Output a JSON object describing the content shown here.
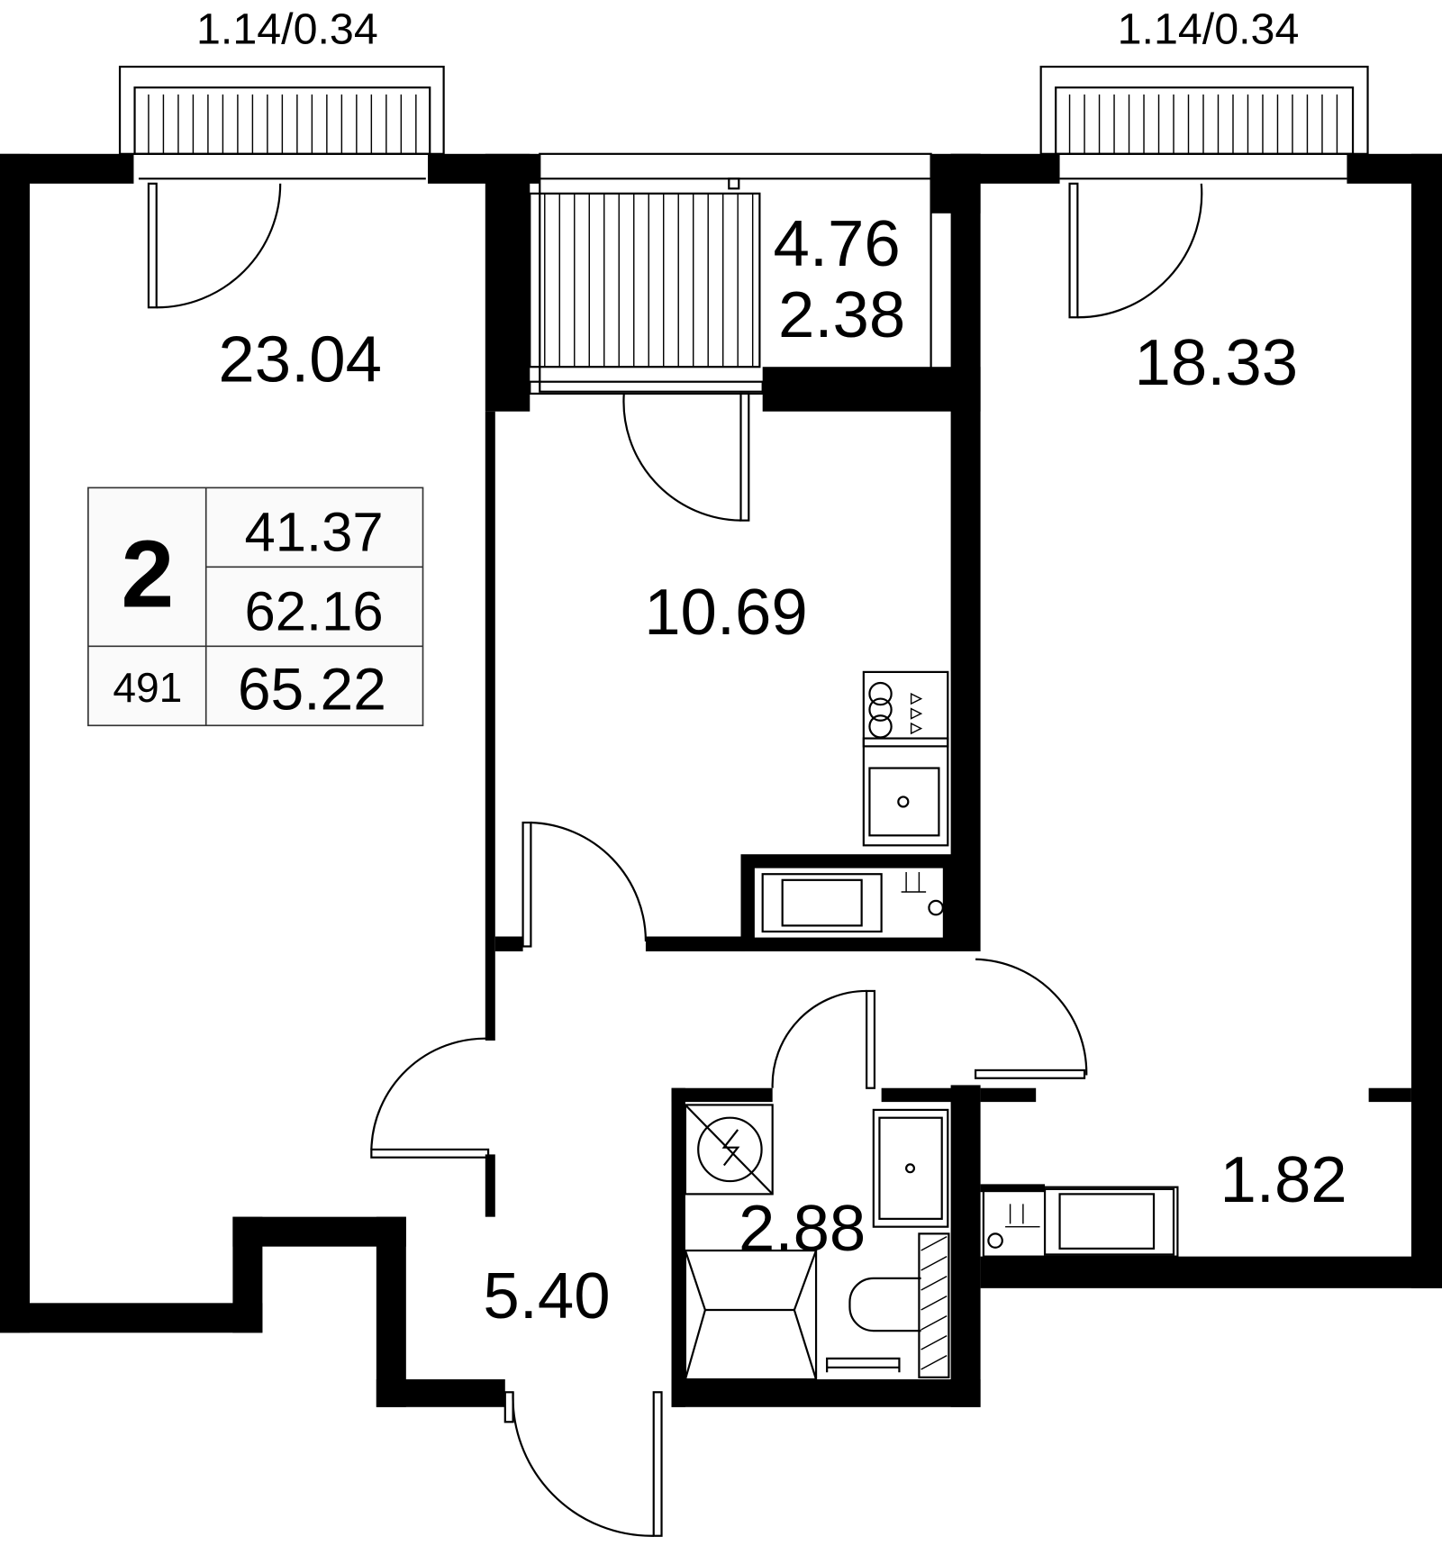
{
  "balconies": {
    "left": "1.14/0.34",
    "right": "1.14/0.34"
  },
  "loggia": {
    "area": "4.76",
    "reduced_area": "2.38"
  },
  "rooms": {
    "living_left": "23.04",
    "kitchen": "10.69",
    "bedroom_right": "18.33",
    "hall": "5.40",
    "bathroom": "2.88",
    "closet": "1.82"
  },
  "summary": {
    "rooms_count": "2",
    "living_area": "41.37",
    "total_area": "62.16",
    "flat_number": "491",
    "total_with_balconies": "65.22"
  }
}
